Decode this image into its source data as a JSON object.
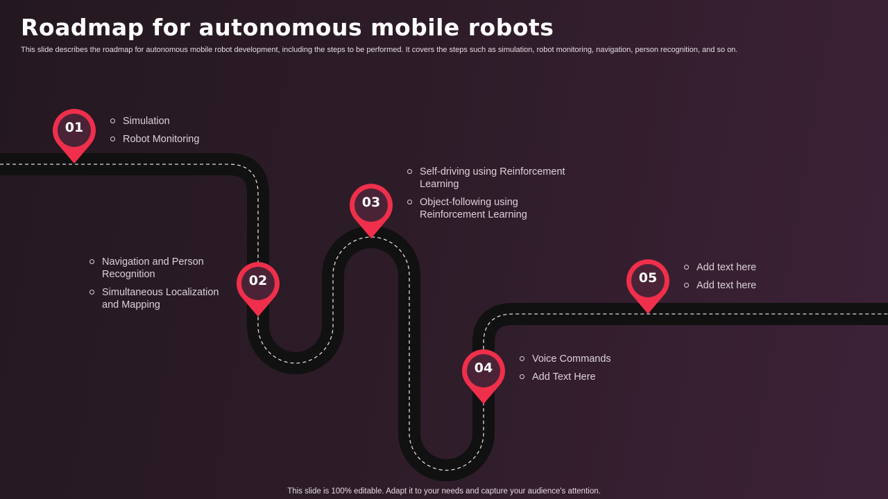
{
  "title": "Roadmap for autonomous mobile robots",
  "subtitle": "This slide describes the roadmap for autonomous mobile robot development, including the steps to be performed. It covers the steps such as simulation, robot monitoring, navigation, person recognition, and so on.",
  "footer": "This slide is 100% editable. Adapt it to your needs and capture your audience's attention.",
  "colors": {
    "pin": "#ef2f4b",
    "pin_inner": "#4a2436",
    "road": "#111111"
  },
  "steps": [
    {
      "num": "01",
      "items": [
        "Simulation",
        "Robot Monitoring"
      ]
    },
    {
      "num": "02",
      "items": [
        "Navigation and Person Recognition",
        "Simultaneous Localization and Mapping"
      ]
    },
    {
      "num": "03",
      "items": [
        "Self-driving using Reinforcement Learning",
        "Object-following using Reinforcement Learning"
      ]
    },
    {
      "num": "04",
      "items": [
        "Voice Commands",
        "Add Text Here"
      ]
    },
    {
      "num": "05",
      "items": [
        "Add text here",
        "Add text here"
      ]
    }
  ]
}
